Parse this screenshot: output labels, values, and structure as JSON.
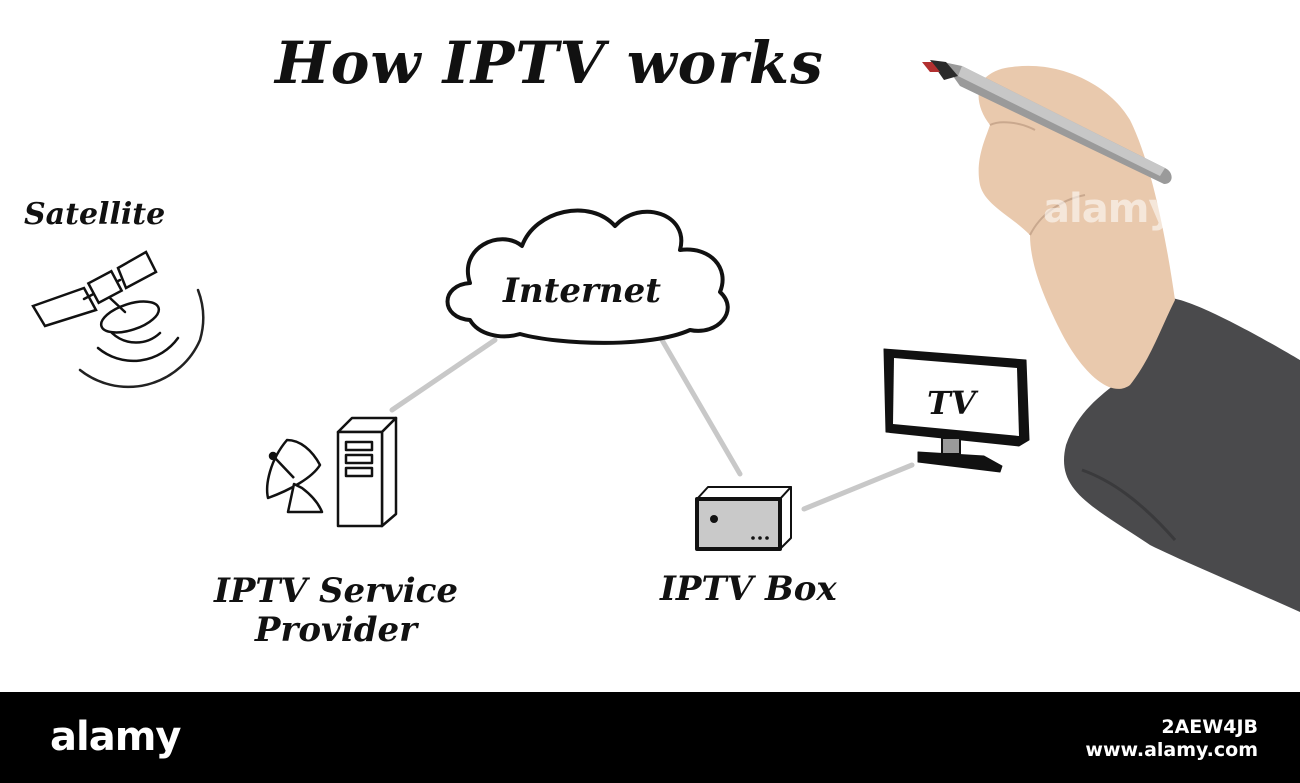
{
  "title": "How IPTV works",
  "nodes": {
    "satellite": "Satellite",
    "internet": "Internet",
    "tv": "TV",
    "provider_line1": "IPTV Service",
    "provider_line2": "Provider",
    "box": "IPTV Box"
  },
  "watermark": "alamy",
  "footer": {
    "logo": "alamy",
    "image_id": "2AEW4JB",
    "site": "www.alamy.com"
  },
  "colors": {
    "ink": "#111111",
    "connector": "#c8c8c8",
    "sleeve": "#4a4a4c",
    "skin": "#e9c9ad",
    "footer_bg": "#000000"
  }
}
